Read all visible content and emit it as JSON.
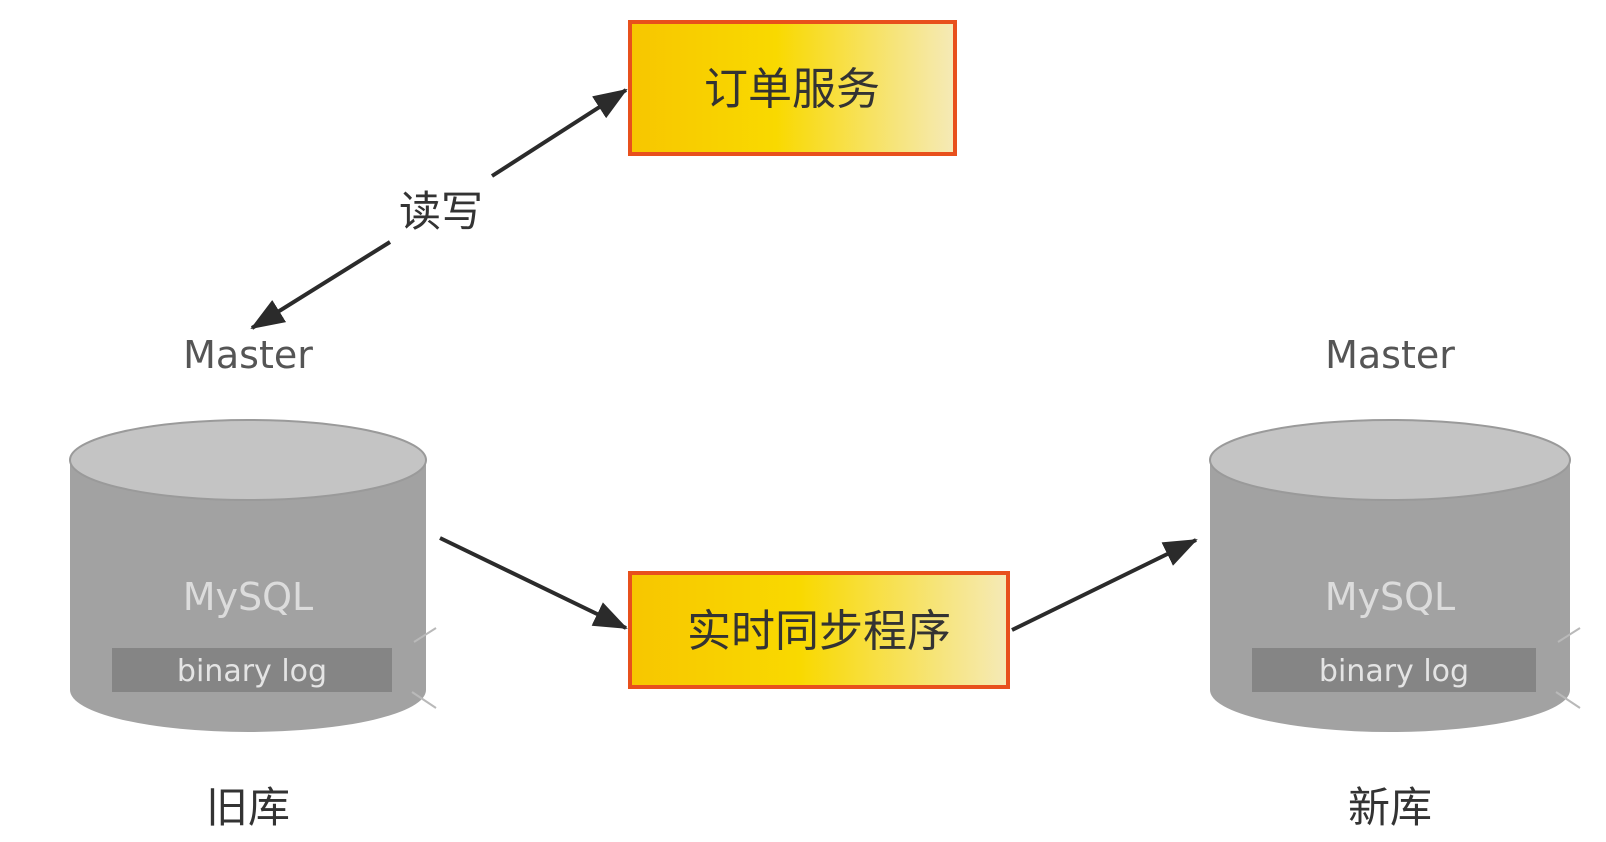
{
  "nodes": {
    "order_service": {
      "label": "订单服务"
    },
    "sync_program": {
      "label": "实时同步程序"
    },
    "old_db": {
      "role": "Master",
      "engine": "MySQL",
      "log": "binary log",
      "name": "旧库"
    },
    "new_db": {
      "role": "Master",
      "engine": "MySQL",
      "log": "binary log",
      "name": "新库"
    }
  },
  "edges": {
    "read_write": {
      "label": "读写"
    }
  },
  "colors": {
    "box_border": "#e8501c",
    "box_fill_start": "#f7c600",
    "box_fill_mid": "#f9d900",
    "box_fill_end": "#f5eab8",
    "cylinder_body": "#a2a2a2",
    "cylinder_top": "#c4c4c4",
    "binlog_band": "#858585",
    "arrow": "#2b2b2b"
  }
}
